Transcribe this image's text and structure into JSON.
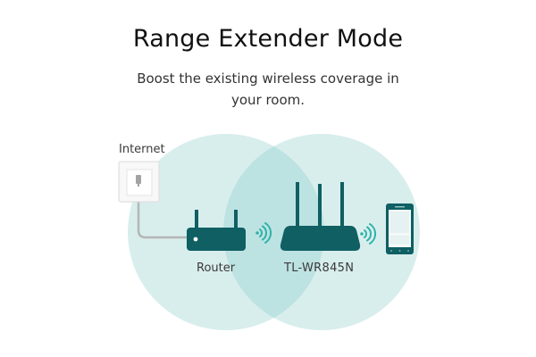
{
  "header": {
    "title": "Range Extender Mode",
    "subtitle": "Boost the existing wireless coverage in your room."
  },
  "diagram": {
    "nodes": [
      {
        "id": "internet",
        "label": "Internet",
        "icon": "wall-ethernet-port-icon"
      },
      {
        "id": "router",
        "label": "Router",
        "icon": "router-icon"
      },
      {
        "id": "extender",
        "label": "TL-WR845N",
        "icon": "three-antenna-router-icon"
      },
      {
        "id": "client",
        "label": "",
        "icon": "smartphone-icon"
      }
    ],
    "links": [
      {
        "from": "internet",
        "to": "router",
        "type": "wired",
        "icon": "ethernet-cable"
      },
      {
        "from": "router",
        "to": "extender",
        "type": "wireless",
        "icon": "wifi-signal-icon"
      },
      {
        "from": "extender",
        "to": "client",
        "type": "wireless",
        "icon": "wifi-signal-icon"
      }
    ],
    "coverage": [
      {
        "id": "router-coverage",
        "description": "left circle"
      },
      {
        "id": "extender-coverage",
        "description": "right circle"
      }
    ]
  },
  "colors": {
    "coverage_fill": "#d9efee",
    "coverage_overlap": "#bfe3e3",
    "device": "#0f5f63",
    "wifi_signal": "#2fb3aa",
    "cable": "#b4b4b4",
    "wall_plate": "#f7f7f7",
    "text": "#333333"
  }
}
